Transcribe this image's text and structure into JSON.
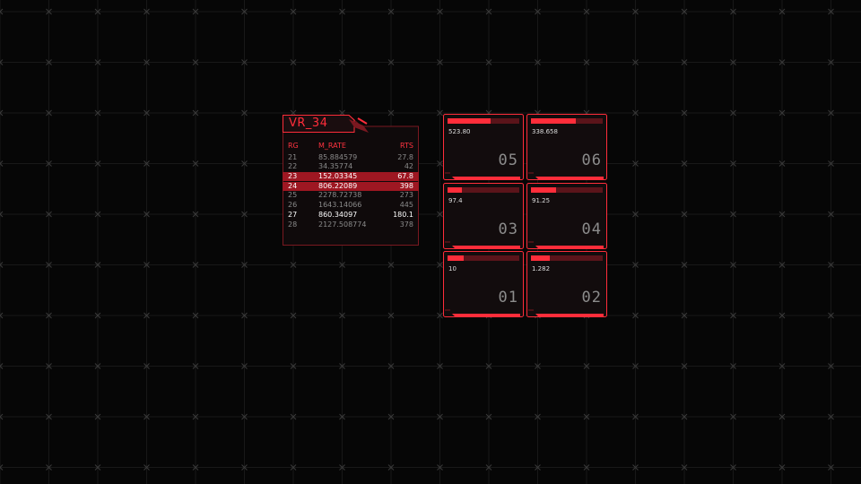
{
  "panel": {
    "title": "VR_34",
    "columns": [
      "RG",
      "M_RATE",
      "RTS"
    ],
    "rows": [
      {
        "rg": "21",
        "rate": "85.884579",
        "rts": "27.8",
        "style": "normal"
      },
      {
        "rg": "22",
        "rate": "34.35774",
        "rts": "42",
        "style": "normal"
      },
      {
        "rg": "23",
        "rate": "152.03345",
        "rts": "67.8",
        "style": "highlight"
      },
      {
        "rg": "24",
        "rate": "806.22089",
        "rts": "398",
        "style": "highlight"
      },
      {
        "rg": "25",
        "rate": "2278.72738",
        "rts": "273",
        "style": "normal"
      },
      {
        "rg": "26",
        "rate": "1643.14066",
        "rts": "445",
        "style": "normal"
      },
      {
        "rg": "27",
        "rate": "860.34097",
        "rts": "180.1",
        "style": "bold"
      },
      {
        "rg": "28",
        "rate": "2127.508774",
        "rts": "378",
        "style": "normal"
      }
    ]
  },
  "tiles": [
    {
      "id": "05",
      "value": "523.80",
      "fill": 0.6
    },
    {
      "id": "06",
      "value": "338.658",
      "fill": 0.62
    },
    {
      "id": "03",
      "value": "97.4",
      "fill": 0.2
    },
    {
      "id": "04",
      "value": "91.25",
      "fill": 0.35
    },
    {
      "id": "01",
      "value": "10",
      "fill": 0.22
    },
    {
      "id": "02",
      "value": "1.282",
      "fill": 0.26
    }
  ],
  "colors": {
    "accent": "#ff2d3a",
    "accent_dark": "#7a1820",
    "highlight_row": "#9e1722",
    "background": "#060606",
    "panel_bg": "#100a0b"
  }
}
